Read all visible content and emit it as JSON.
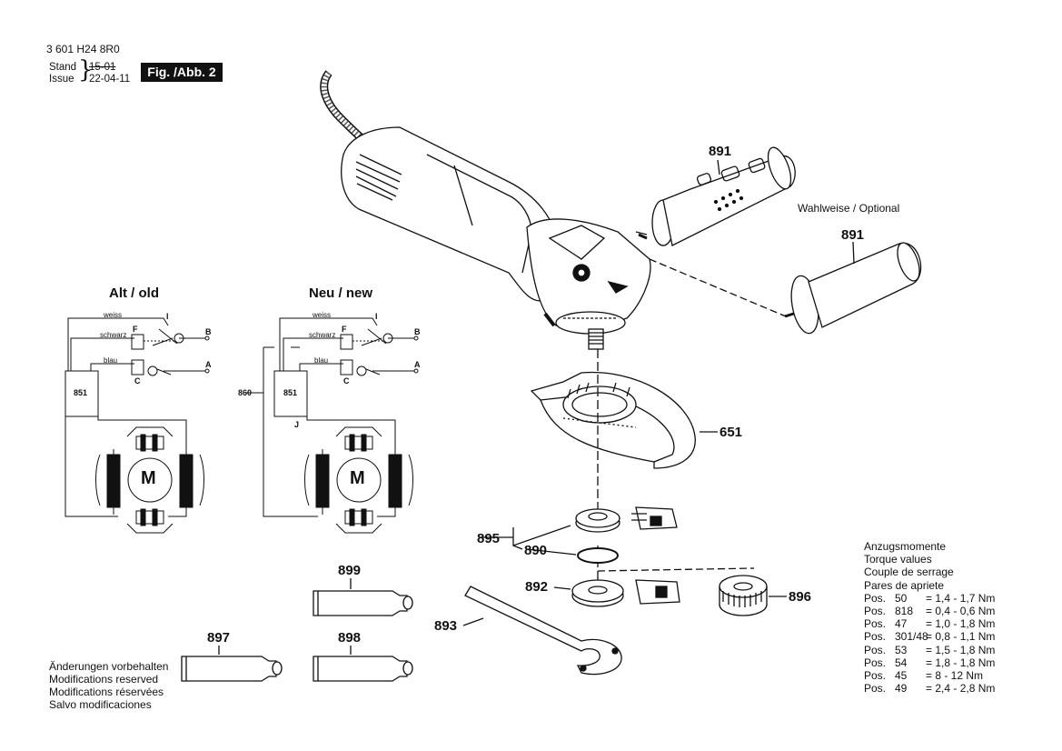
{
  "header": {
    "doc_number": "3 601 H24 8R0",
    "stand_label": "Stand",
    "issue_label": "Issue",
    "stand_date": "15-01",
    "issue_date": "22-04-11",
    "figure": "Fig. /Abb. 2"
  },
  "wiring": {
    "old_title": "Alt / old",
    "new_title": "Neu / new",
    "wire_white": "weiss",
    "wire_black": "schwarz",
    "wire_blue": "blau",
    "terminal_i": "I",
    "terminal_f": "F",
    "terminal_b": "B",
    "terminal_a": "A",
    "terminal_c": "C",
    "terminal_j": "J",
    "part_851": "851",
    "part_860": "860",
    "motor_letter": "M"
  },
  "callouts": {
    "p891a": "891",
    "p891b": "891",
    "optional": "Wahlweise / Optional",
    "p651": "651",
    "p895": "895",
    "p890": "890",
    "p892": "892",
    "p896": "896",
    "p893": "893",
    "p899": "899",
    "p897": "897",
    "p898": "898"
  },
  "notes": {
    "de": "Änderungen vorbehalten",
    "en": "Modifications reserved",
    "fr": "Modifications réservées",
    "es": "Salvo modificaciones"
  },
  "torque": {
    "title_de": "Anzugsmomente",
    "title_en": "Torque values",
    "title_fr": "Couple de serrage",
    "title_ro": "Pares de apriete",
    "rows": [
      {
        "pos": "Pos.",
        "num": "50",
        "val": "= 1,4 - 1,7 Nm"
      },
      {
        "pos": "Pos.",
        "num": "818",
        "val": "= 0,4 - 0,6 Nm"
      },
      {
        "pos": "Pos.",
        "num": "47",
        "val": "= 1,0 - 1,8 Nm"
      },
      {
        "pos": "Pos.",
        "num": "301/48",
        "val": "= 0,8 - 1,1 Nm"
      },
      {
        "pos": "Pos.",
        "num": "53",
        "val": "= 1,5 - 1,8 Nm"
      },
      {
        "pos": "Pos.",
        "num": "54",
        "val": "= 1,8 - 1,8 Nm"
      },
      {
        "pos": "Pos.",
        "num": "45",
        "val": "= 8 - 12 Nm"
      },
      {
        "pos": "Pos.",
        "num": "49",
        "val": "= 2,4 - 2,8 Nm"
      }
    ]
  }
}
